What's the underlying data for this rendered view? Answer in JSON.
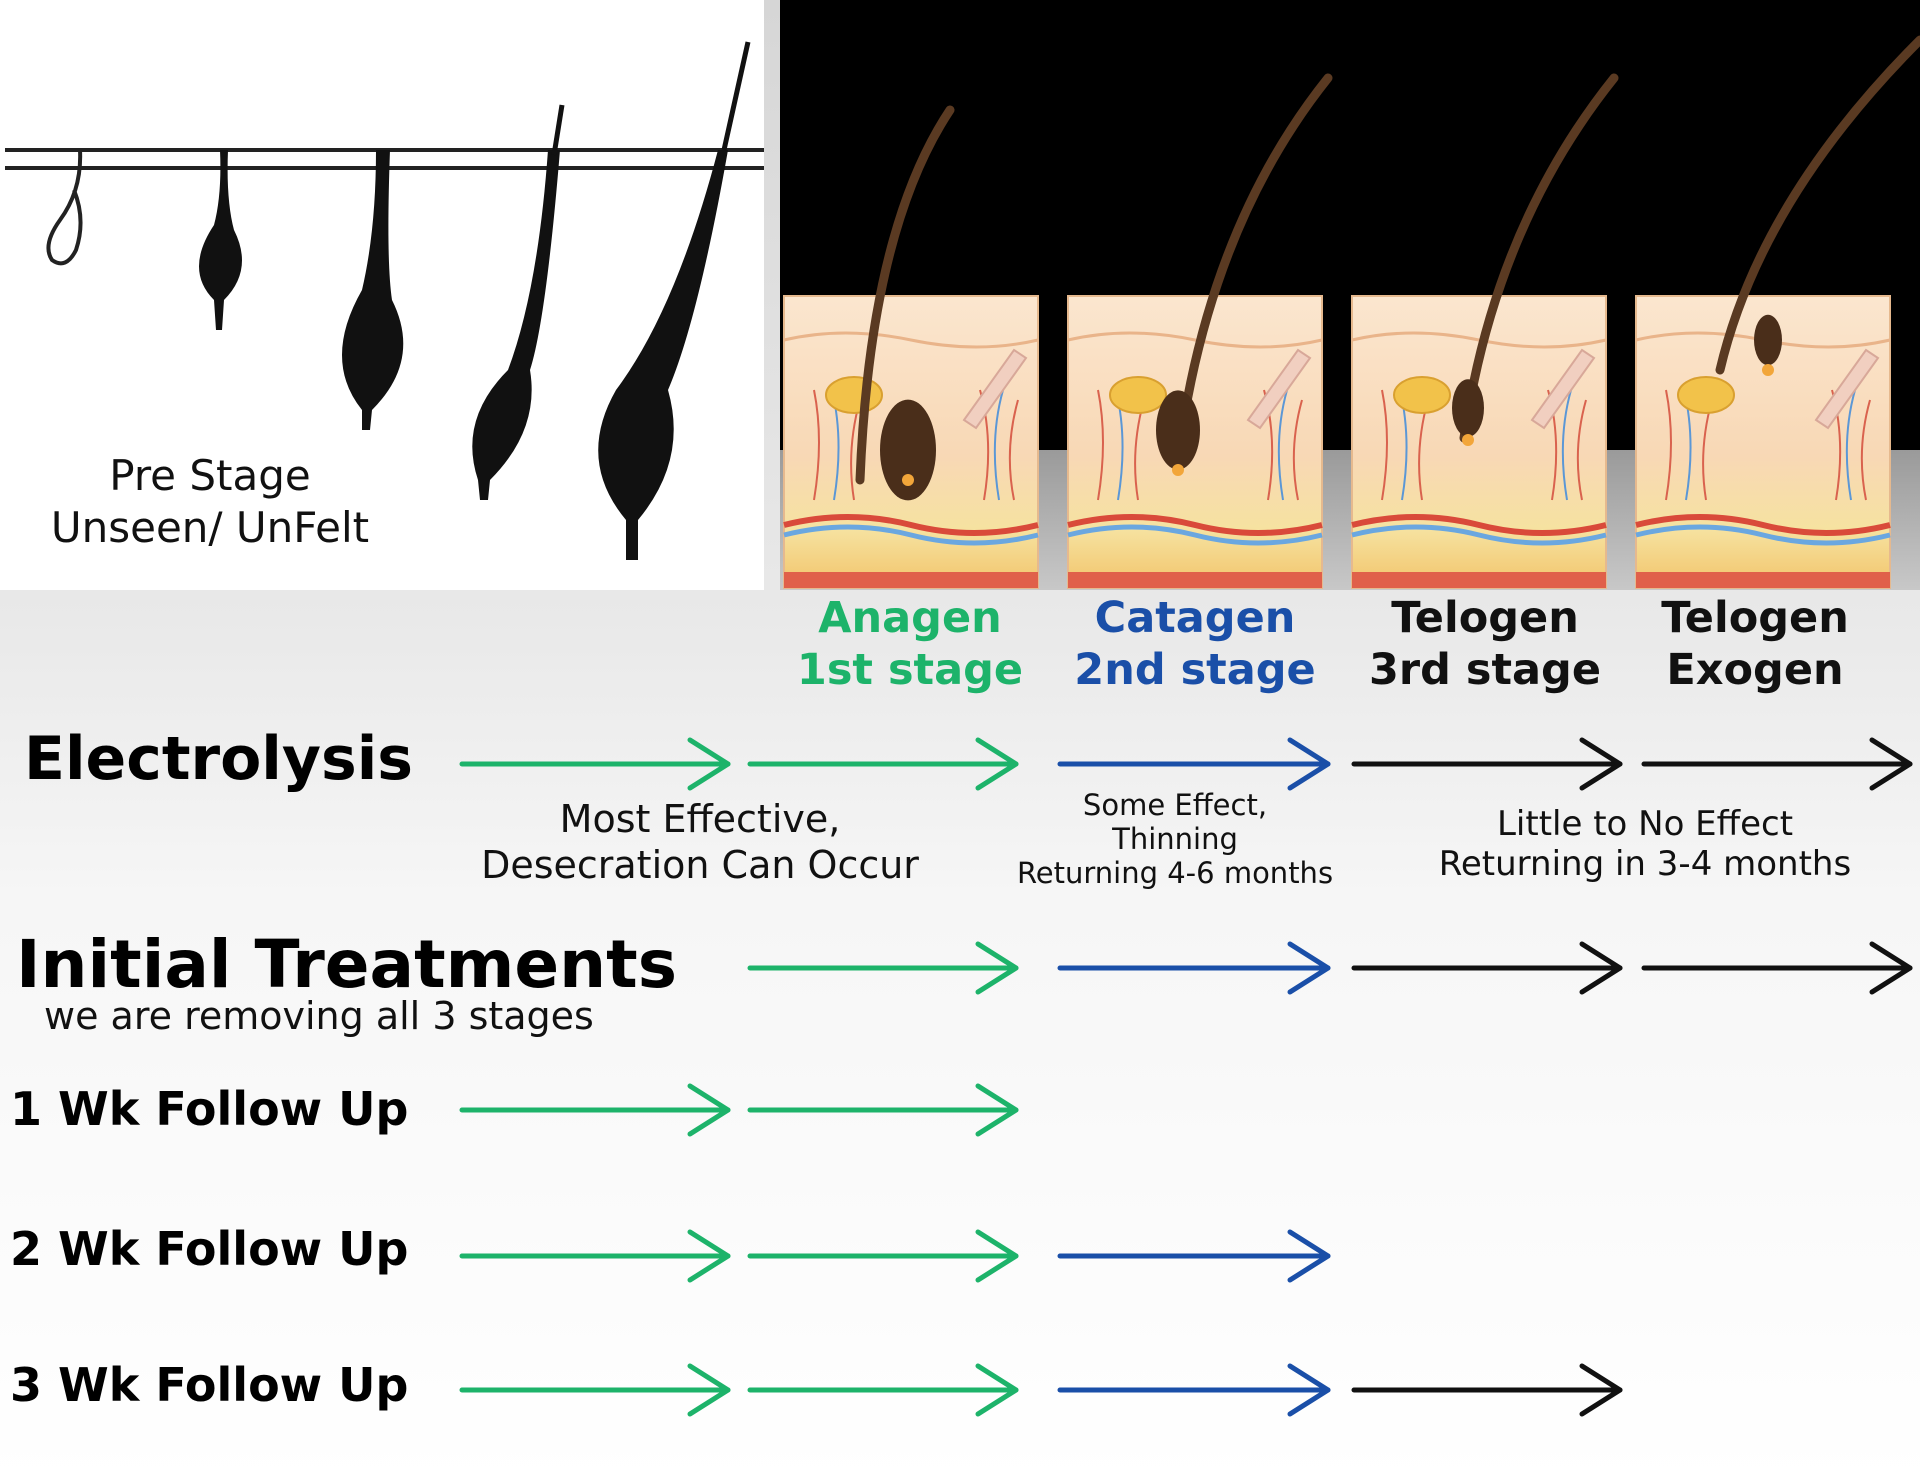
{
  "colors": {
    "green": "#1db36a",
    "blue": "#1a4fa8",
    "black": "#111111",
    "skin": "#f8dcbf",
    "hair": "#5a3a22"
  },
  "prestage": {
    "line1": "Pre Stage",
    "line2": "Unseen/ UnFelt"
  },
  "stages": [
    {
      "line1": "Anagen",
      "line2": "1st stage",
      "color": "#1db36a"
    },
    {
      "line1": "Catagen",
      "line2": "2nd stage",
      "color": "#1a4fa8"
    },
    {
      "line1": "Telogen",
      "line2": "3rd stage",
      "color": "#111111"
    },
    {
      "line1": "Telogen",
      "line2": "Exogen",
      "color": "#111111"
    }
  ],
  "rows": {
    "electrolysis": {
      "label": "Electrolysis",
      "note_most": {
        "line1": "Most Effective,",
        "line2": "Desecration Can Occur"
      },
      "note_some": {
        "line1": "Some Effect,",
        "line2": "Thinning",
        "line3": "Returning 4-6 months"
      },
      "note_little": {
        "line1": "Little to No Effect",
        "line2": "Returning in 3-4 months"
      }
    },
    "initial": {
      "label": "Initial Treatments",
      "sublabel": "we are removing all 3 stages"
    },
    "wk1": {
      "label": "1 Wk Follow Up"
    },
    "wk2": {
      "label": "2 Wk Follow Up"
    },
    "wk3": {
      "label": "3 Wk Follow Up"
    }
  }
}
